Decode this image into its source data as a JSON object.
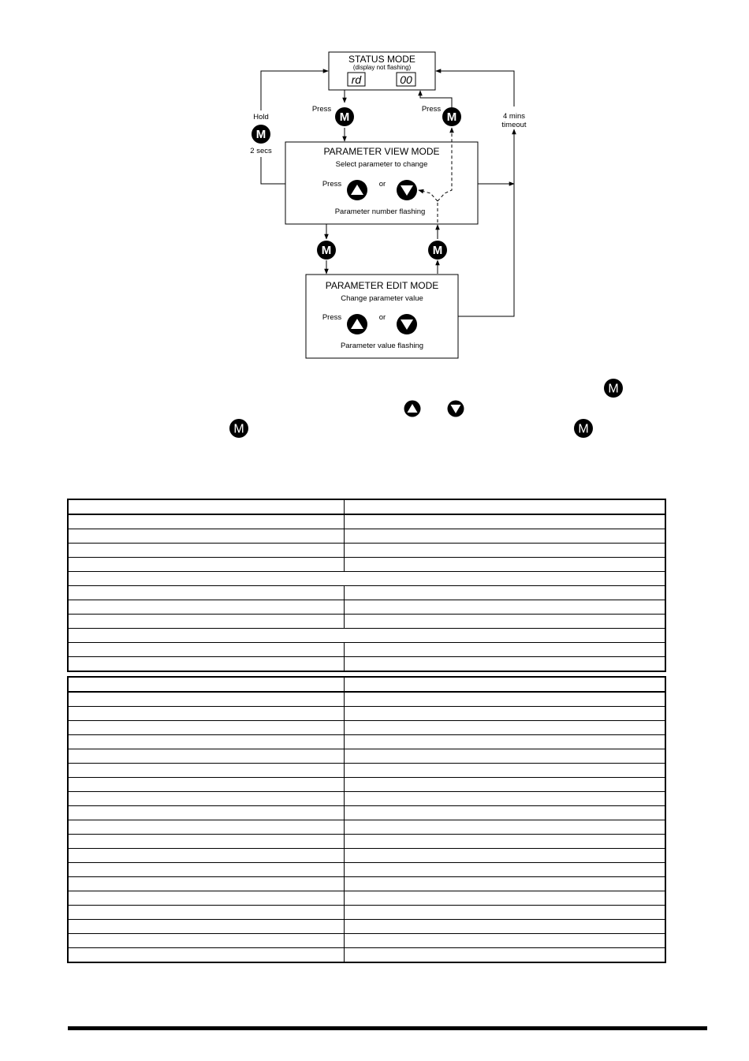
{
  "diagram": {
    "status": {
      "title": "STATUS MODE",
      "subtitle": "(display not flashing)",
      "display_left": "rd",
      "display_right": "00"
    },
    "view": {
      "title": "PARAMETER VIEW MODE",
      "subtitle": "Select parameter to change",
      "press": "Press",
      "or": "or",
      "footer": "Parameter number flashing"
    },
    "edit": {
      "title": "PARAMETER EDIT MODE",
      "subtitle": "Change parameter value",
      "press": "Press",
      "or": "or",
      "footer": "Parameter value flashing"
    },
    "labels": {
      "hold": "Hold",
      "two_secs": "2 secs",
      "press_left": "Press",
      "press_right": "Press",
      "timeout_1": "4 mins",
      "timeout_2": "timeout"
    },
    "m_key_letter": "M"
  },
  "icons": [
    "m-key-icon",
    "up-arrow-icon",
    "down-arrow-icon"
  ],
  "tables": {
    "table1": {
      "rows": [
        [
          "",
          ""
        ],
        [
          "",
          ""
        ],
        [
          "",
          ""
        ],
        [
          "",
          ""
        ],
        [
          "",
          ""
        ],
        [
          ""
        ],
        [
          "",
          ""
        ],
        [
          "",
          ""
        ],
        [
          "",
          ""
        ],
        [
          ""
        ],
        [
          "",
          ""
        ],
        [
          "",
          ""
        ]
      ]
    },
    "table2": {
      "rows": [
        [
          "",
          ""
        ],
        [
          "",
          ""
        ],
        [
          "",
          ""
        ],
        [
          "",
          ""
        ],
        [
          "",
          ""
        ],
        [
          "",
          ""
        ],
        [
          "",
          ""
        ],
        [
          "",
          ""
        ],
        [
          "",
          ""
        ],
        [
          "",
          ""
        ],
        [
          "",
          ""
        ],
        [
          "",
          ""
        ],
        [
          "",
          ""
        ],
        [
          "",
          ""
        ],
        [
          "",
          ""
        ],
        [
          "",
          ""
        ],
        [
          "",
          ""
        ],
        [
          "",
          ""
        ],
        [
          "",
          ""
        ],
        [
          "",
          ""
        ]
      ]
    }
  }
}
